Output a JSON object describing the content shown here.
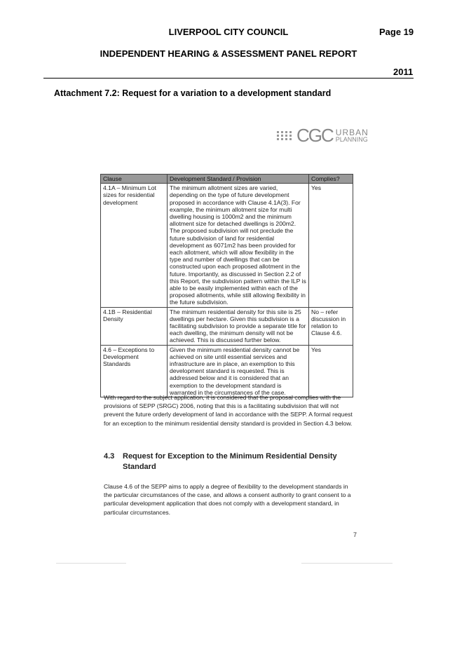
{
  "header": {
    "council": "LIVERPOOL CITY COUNCIL",
    "page": "Page 19",
    "report_title": "INDEPENDENT HEARING & ASSESSMENT PANEL REPORT",
    "year": "2011"
  },
  "attachment_title": "Attachment 7.2: Request for a variation to a development standard",
  "logo": {
    "mark": "CGC",
    "word1": "URBAN",
    "word2": "PLANNING"
  },
  "table": {
    "headers": [
      "Clause",
      "Development Standard / Provision",
      "Complies?"
    ],
    "rows": [
      {
        "clause": "4.1A – Minimum Lot sizes for residential development",
        "provision": "The minimum allotment sizes are varied, depending on the type of future development proposed in accordance with Clause 4.1A(3). For example, the minimum allotment size for multi dwelling housing is 1000m2 and the minimum allotment size for detached dwellings is 200m2. The proposed subdivision will not preclude the future subdivision of land for residential development as 6071m2 has been provided for each allotment, which will allow flexibility in the type and number of dwellings that can be constructed upon each proposed allotment in the future. Importantly, as discussed in Section 2.2 of this Report, the subdivision pattern within the ILP is able to be easily implemented within each of the proposed allotments, while still allowing flexibility in the future subdivision.",
        "complies": "Yes"
      },
      {
        "clause": "4.1B – Residential Density",
        "provision": "The minimum residential density for this site is 25 dwellings per hectare. Given this subdivision is a facilitating subdivision to provide a separate title for each dwelling, the minimum density will not be achieved. This is discussed further below.",
        "complies": "No – refer discussion in relation to Clause 4.6."
      },
      {
        "clause": "4.6 – Exceptions to Development Standards",
        "provision": "Given the minimum residential density cannot be achieved on site until essential services and infrastructure are in place, an exemption to this development standard is requested. This is addressed below and it is considered that an exemption to the development standard is warranted in the circumstances of the case.",
        "complies": "Yes"
      }
    ]
  },
  "paragraph1": "With regard to the subject application, it is considered that the proposal complies with the provisions of SEPP (SRGC) 2006, noting that this is a facilitating subdivision that will not prevent the future orderly development of land in accordance with the SEPP. A formal request for an exception to the minimum residential density standard is provided in Section 4.3 below.",
  "section": {
    "number": "4.3",
    "title": "Request for Exception to the Minimum Residential Density Standard"
  },
  "paragraph2": "Clause 4.6 of the SEPP aims to apply a degree of flexibility to the development standards in the particular circumstances of the case, and allows a consent authority to grant consent to a particular development application that does not comply with a development standard, in particular circumstances.",
  "page_number": "7"
}
